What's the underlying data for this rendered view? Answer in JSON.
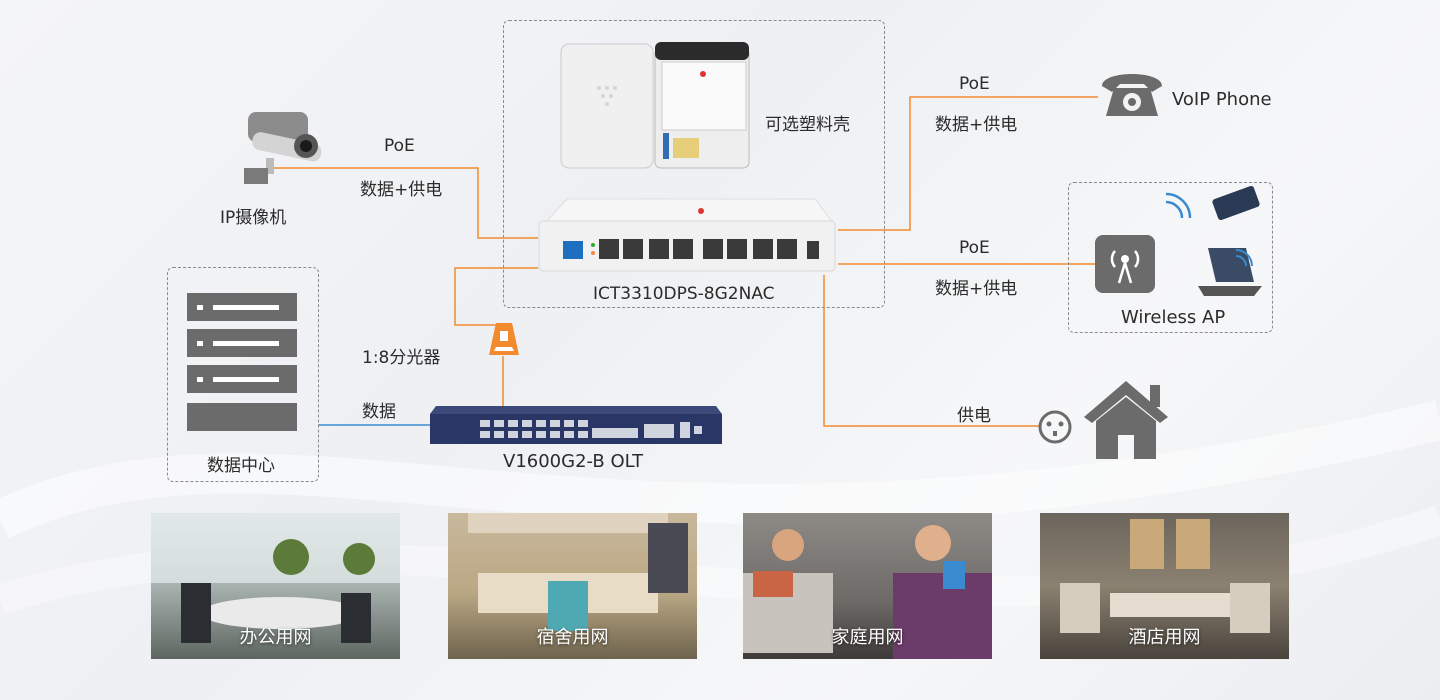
{
  "labels": {
    "enclosure": "可选塑料壳",
    "ip_camera": "IP摄像机",
    "camera_poe": "PoE",
    "camera_power": "数据+供电",
    "switch_model": "ICT3310DPS-8G2NAC",
    "voip_poe": "PoE",
    "voip_power": "数据+供电",
    "voip": "VoIP Phone",
    "ap_poe": "PoE",
    "ap_power": "数据+供电",
    "wireless_ap": "Wireless AP",
    "splitter": "1:8分光器",
    "data": "数据",
    "olt": "V1600G2-B OLT",
    "datacenter": "数据中心",
    "power": "供电"
  },
  "scenes": [
    {
      "label": "办公用网"
    },
    {
      "label": "宿舍用网"
    },
    {
      "label": "家庭用网"
    },
    {
      "label": "酒店用网"
    }
  ],
  "colors": {
    "orange": "#f28a2e",
    "blue": "#3a8ad0",
    "gray": "#6b6b6b"
  }
}
